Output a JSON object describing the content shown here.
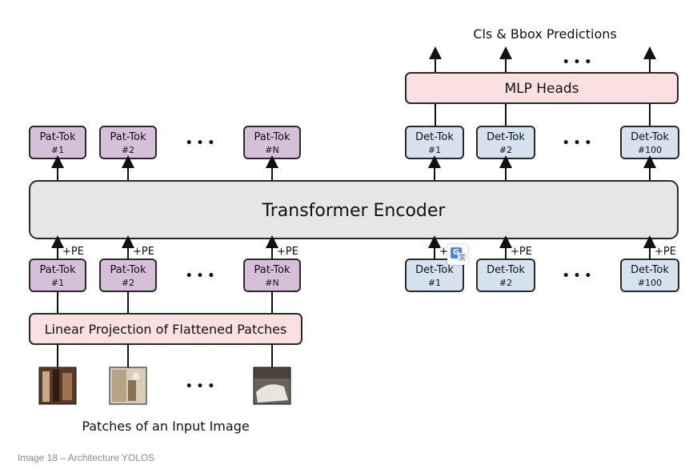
{
  "output_label": "Cls & Bbox Predictions",
  "mlp_heads": "MLP Heads",
  "encoder": "Transformer Encoder",
  "linear_projection": "Linear Projection of Flattened Patches",
  "input_label": "Patches of an Input Image",
  "pe_label": "+PE",
  "ellipsis": "• • •",
  "pat_tokens": [
    {
      "name": "Pat-Tok",
      "index": "#1"
    },
    {
      "name": "Pat-Tok",
      "index": "#2"
    },
    {
      "name": "Pat-Tok",
      "index": "#N"
    }
  ],
  "det_tokens": [
    {
      "name": "Det-Tok",
      "index": "#1"
    },
    {
      "name": "Det-Tok",
      "index": "#2"
    },
    {
      "name": "Det-Tok",
      "index": "#100"
    }
  ],
  "caption": "Image 18 – Architecture YOLOS",
  "colors": {
    "pat_fill": "#d5bfd9",
    "det_fill": "#d6e2f0",
    "pink_fill": "#fbe0e2",
    "encoder_fill": "#e6e6e6",
    "stroke": "#2a2a2a"
  },
  "icons": [
    "google-translate-icon"
  ]
}
